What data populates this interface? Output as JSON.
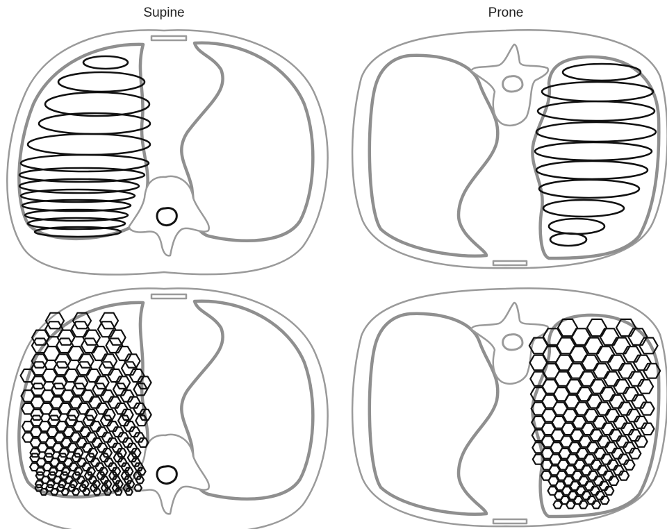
{
  "labels": {
    "supine": "Supine",
    "prone": "Prone"
  },
  "colors": {
    "outline": "#9a9a9a",
    "pattern": "#111111",
    "background": "#ffffff"
  },
  "panels": [
    {
      "row": "top",
      "column": "supine",
      "pattern": "ellipses"
    },
    {
      "row": "top",
      "column": "prone",
      "pattern": "ellipses"
    },
    {
      "row": "bottom",
      "column": "supine",
      "pattern": "hexagons"
    },
    {
      "row": "bottom",
      "column": "prone",
      "pattern": "hexagons"
    }
  ]
}
